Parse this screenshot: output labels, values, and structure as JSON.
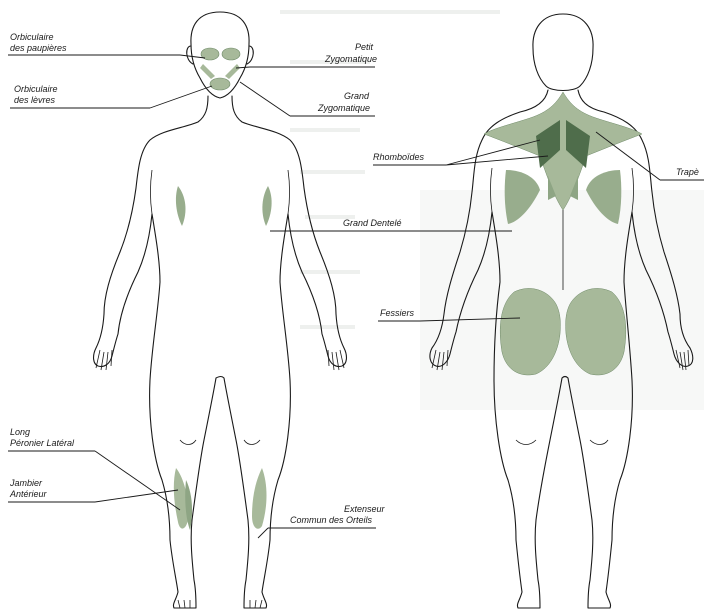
{
  "colors": {
    "muscle_light": "#a7b99a",
    "muscle_mid": "#8ea584",
    "muscle_dark": "#4f6d4b",
    "outline": "#1a1a1a",
    "ghost_text": "#eef0ee"
  },
  "labels": {
    "orbiculaire_paupieres": [
      "Orbiculaire",
      "des paupières"
    ],
    "orbiculaire_levres": [
      "Orbiculaire",
      "des lèvres"
    ],
    "petit_zygomatique": [
      "Petit",
      "Zygomatique"
    ],
    "grand_zygomatique": [
      "Grand",
      "Zygomatique"
    ],
    "rhomboides": [
      "Rhomboïdes"
    ],
    "trapeze": [
      "Trapè"
    ],
    "grand_dentele": [
      "Grand Dentelé"
    ],
    "fessiers": [
      "Fessiers"
    ],
    "long_peronier": [
      "Long",
      "Péronier Latéral"
    ],
    "jambier_anterieur": [
      "Jambier",
      "Antérieur"
    ],
    "extenseur": [
      "Extenseur",
      "Commun des Orteils"
    ]
  }
}
